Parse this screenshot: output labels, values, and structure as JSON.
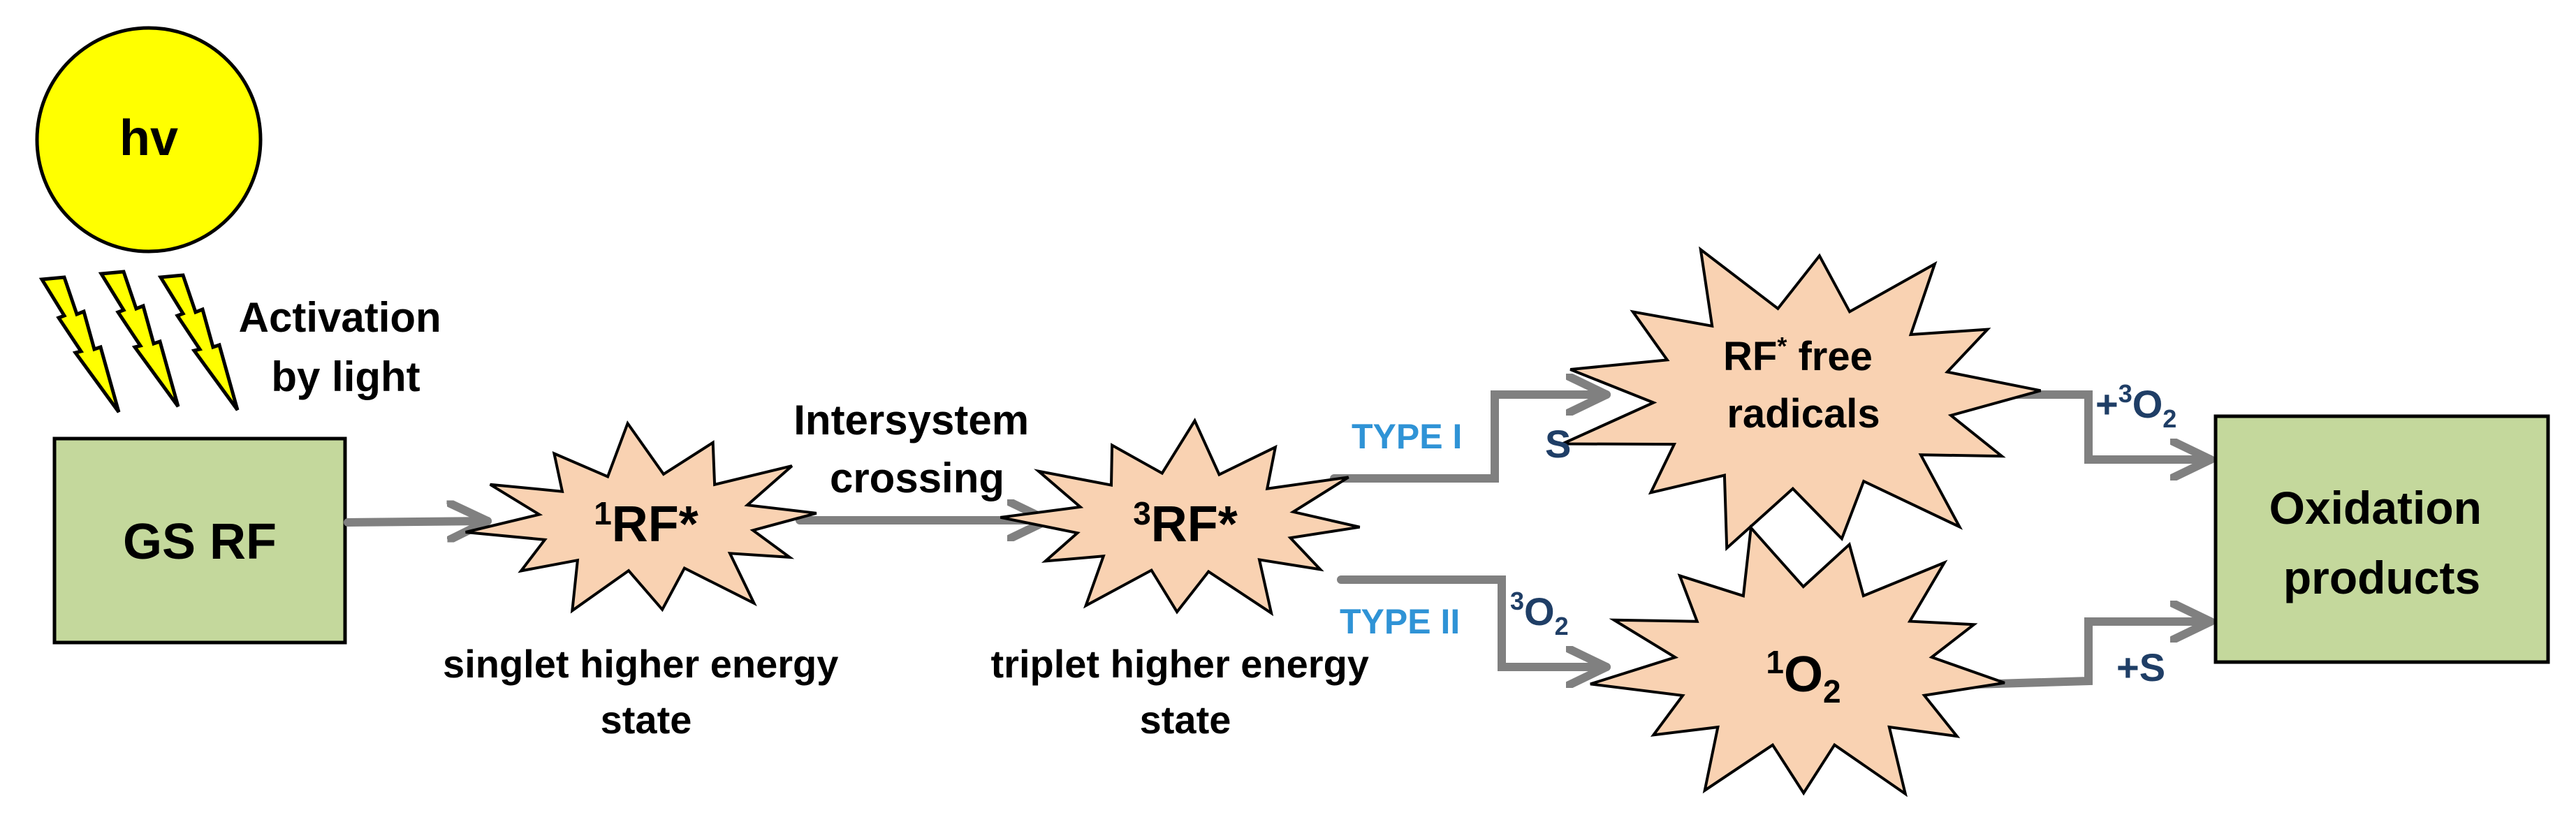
{
  "colors": {
    "sun_fill": "#ffff00",
    "sun_stroke": "#000000",
    "box_fill": "#c4d89c",
    "box_stroke": "#000000",
    "star_fill": "#f9d2b2",
    "arrow": "#808080",
    "text": "#000000",
    "type_label": "#2f93d6",
    "oxygen_label": "#1f3e66"
  },
  "icons": {
    "sun": "sun-circle",
    "lightning": "lightning-bolt-icon"
  },
  "sun": {
    "label": "hv"
  },
  "activation": {
    "line1": "Activation",
    "line2": "by light"
  },
  "ground_state": {
    "label": "GS RF"
  },
  "singlet": {
    "sup": "1",
    "label": "RF*",
    "desc_line1": "singlet higher energy",
    "desc_line2": "state"
  },
  "isc": {
    "line1": "Intersystem",
    "line2": "crossing"
  },
  "triplet": {
    "sup": "3",
    "label": "RF*",
    "desc_line1": "triplet higher energy",
    "desc_line2": "state"
  },
  "type1": {
    "label": "TYPE I",
    "reagent": "S"
  },
  "type2": {
    "label": "TYPE II",
    "reagent_sup": "3",
    "reagent": "O",
    "reagent_sub": "2"
  },
  "free_radicals": {
    "label_main": "RF",
    "label_sup": "*",
    "label_rest": " free",
    "line2": "radicals"
  },
  "singlet_oxygen": {
    "sup": "1",
    "label": "O",
    "sub": "2"
  },
  "plus_o2": {
    "prefix": "+",
    "sup": "3",
    "label": "O",
    "sub": "2"
  },
  "plus_s": {
    "label": "+S"
  },
  "oxidation": {
    "line1": "Oxidation",
    "line2": "products"
  }
}
